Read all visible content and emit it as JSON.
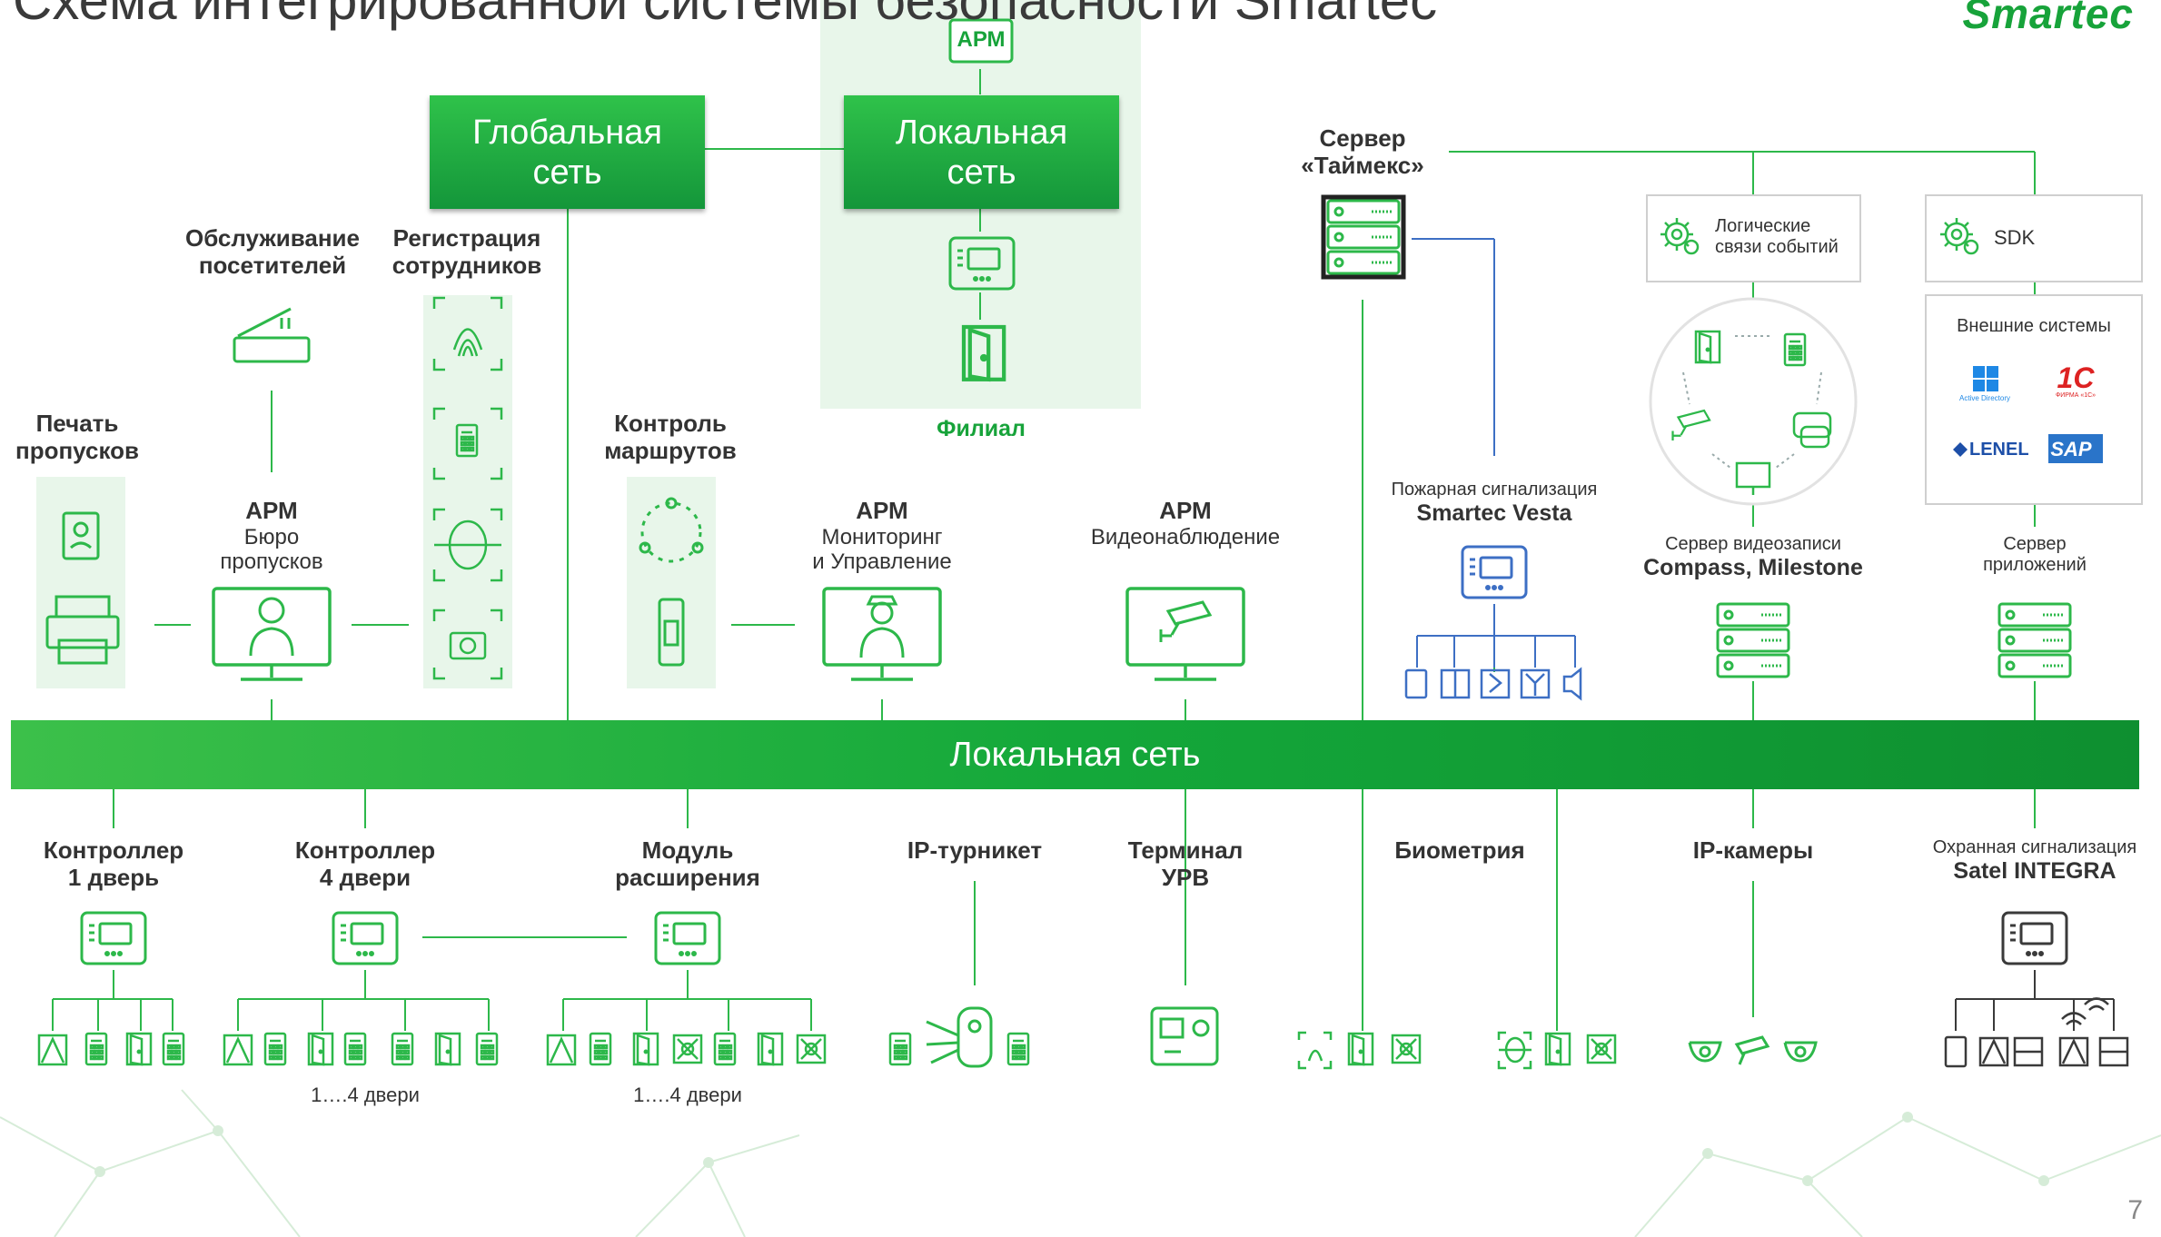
{
  "title": "Схема интегрированной системы безопасности Smartec",
  "logo": "Smartec",
  "page_number": "7",
  "colors": {
    "accent": "#17a33a",
    "line": "#2db84a",
    "blue": "#3d6fc4",
    "dark": "#2b2b2b"
  },
  "global_net": {
    "line1": "Глобальная",
    "line2": "сеть"
  },
  "local_net": {
    "line1": "Локальная",
    "line2": "сеть"
  },
  "branch": {
    "arm_badge": "АРМ",
    "label": "Филиал"
  },
  "bus_label": "Локальная сеть",
  "top": {
    "visitors": {
      "line1": "Обслуживание",
      "line2": "посетителей"
    },
    "staff_reg": {
      "line1": "Регистрация",
      "line2": "сотрудников"
    },
    "pass_print": {
      "line1": "Печать",
      "line2": "пропусков"
    },
    "route_ctrl": {
      "line1": "Контроль",
      "line2": "маршрутов"
    },
    "arm_bureau": {
      "title": "АРМ",
      "line1": "Бюро",
      "line2": "пропусков"
    },
    "arm_monitor": {
      "title": "АРМ",
      "line1": "Мониторинг",
      "line2": "и Управление"
    },
    "arm_video": {
      "title": "АРМ",
      "line1": "Видеонаблюдение"
    },
    "timex": {
      "line1": "Сервер",
      "line2": "«Таймекс»"
    },
    "logic": {
      "line1": "Логические",
      "line2": "связи событий"
    },
    "sdk": "SDK",
    "external": {
      "title": "Внешние системы",
      "active_directory": "Active Directory",
      "onec": "1С",
      "onec_sub": "ФИРМА «1С»",
      "lenel": "LENEL",
      "sap": "SAP"
    },
    "fire": {
      "line1": "Пожарная сигнализация",
      "line2": "Smartec Vesta"
    },
    "video_server": {
      "line1": "Сервер видеозаписи",
      "line2": "Compass, Milestone"
    },
    "app_server": {
      "line1": "Сервер",
      "line2": "приложений"
    }
  },
  "bottom": {
    "ctrl1": {
      "line1": "Контроллер",
      "line2": "1 дверь"
    },
    "ctrl4": {
      "line1": "Контроллер",
      "line2": "4 двери",
      "note": "1….4 двери"
    },
    "module": {
      "line1": "Модуль",
      "line2": "расширения",
      "note": "1….4 двери"
    },
    "turnstile": "IP-турникет",
    "terminal": {
      "line1": "Терминал",
      "line2": "УРВ"
    },
    "biometry": "Биометрия",
    "ipcam": "IP-камеры",
    "satel": {
      "line1": "Охранная сигнализация",
      "line2": "Satel INTEGRA"
    }
  }
}
